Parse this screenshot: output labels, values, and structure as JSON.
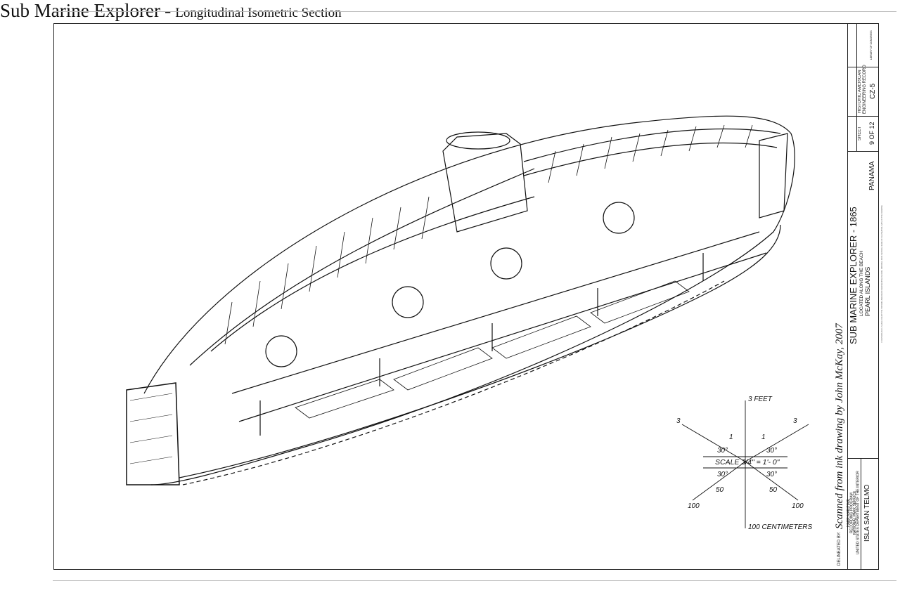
{
  "drawing": {
    "title": "Sub Marine Explorer",
    "separator": "-",
    "subtitle": "Longitudinal Isometric Section",
    "credit": "Scanned from ink drawing by John McKay, 2007",
    "delineated_by": "DELINEATED BY:"
  },
  "scale": {
    "feet_label": "3 FEET",
    "cm_label": "100 CENTIMETERS",
    "scale_text": "SCALE  3/4\" = 1'- 0\"",
    "top_left_3": "3",
    "top_right_3": "3",
    "top_left_1": "1",
    "top_right_1": "1",
    "angle_tl": "30°",
    "angle_tr": "30°",
    "angle_bl": "30°",
    "angle_br": "30°",
    "bottom_left_50": "50",
    "bottom_right_50": "50",
    "bottom_left_100": "100",
    "bottom_right_100": "100"
  },
  "title_block": {
    "library": "LIBRARY OF CONGRESS",
    "record_line1": "HISTORIC AMERICAN",
    "record_line2": "ENGINEERING RECORD",
    "record_number": "CZ-5",
    "sheet_label": "SHEET",
    "sheet_number": "9 OF 12",
    "structure_name": "SUB MARINE EXPLORER - 1865",
    "location_line1": "LOCATED ALONG THE BEACH",
    "location_line2": "PEARL ISLANDS",
    "site": "ISLA SAN TELMO",
    "country": "PANAMA",
    "agency_line1": "HAER MARITIME",
    "agency_line2": "RECORDING PROGRAM",
    "agency_line3": "NATIONAL PARK SERVICE",
    "agency_line4": "UNITED STATES DEPARTMENT OF THE INTERIOR",
    "reproduction_note": "IF REPRODUCED, PLEASE CREDIT THE HISTORIC AMERICAN ENGINEERING RECORD, NATIONAL PARK SERVICE, NAME OF DELINEATOR, DATE OF THE DRAWING"
  }
}
